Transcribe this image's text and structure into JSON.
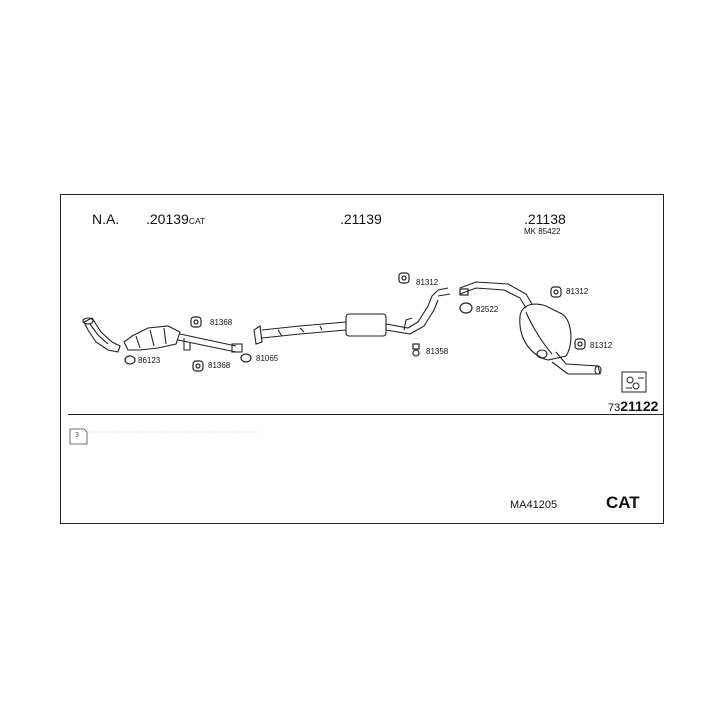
{
  "header": {
    "na_label": "N.A.",
    "front_pipe_prefix": ".",
    "front_pipe_code": "20139",
    "front_pipe_suffix": "CAT",
    "middle_code": ".21139",
    "rear_code": ".21138",
    "rear_kit": "MK 85422"
  },
  "parts": {
    "p81368_top": "81368",
    "p81368_bottom": "81368",
    "p86123": "86123",
    "p81065": "81065",
    "p81312_mid": "81312",
    "p81358": "81358",
    "p82522": "82522",
    "p81312_right": "81312",
    "p81312_lower": "81312"
  },
  "assembly": {
    "ref_prefix": "73",
    "ref_code": "21122"
  },
  "footer": {
    "note_marker": "3",
    "model_code": "MA41205",
    "cat_label": "CAT"
  }
}
